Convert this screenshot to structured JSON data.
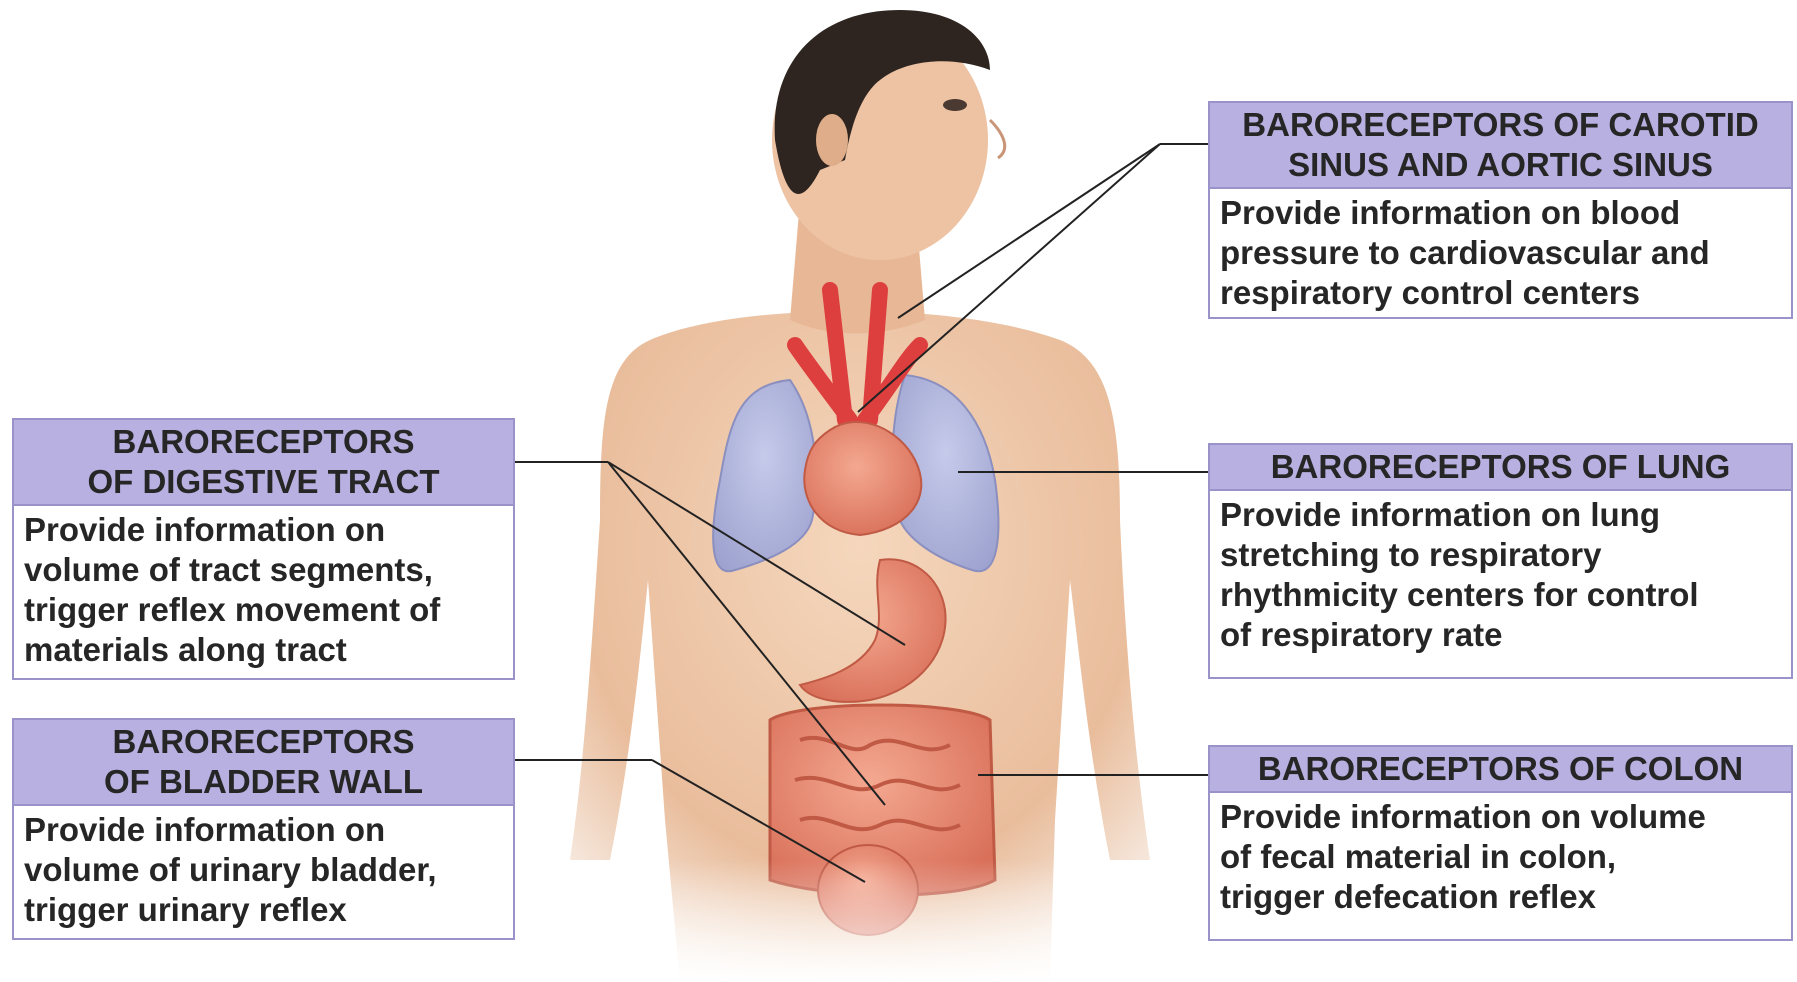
{
  "colors": {
    "label_header_bg": "#b7b0e0",
    "label_border": "#9a93c9",
    "text": "#262626",
    "skin": "#eec7a8",
    "hair": "#2e2520",
    "lung": "#aeb3d8",
    "organ": "#e58a74",
    "artery": "#dd3f3f",
    "leader_line": "#222222"
  },
  "callouts": {
    "carotid": {
      "title": [
        "BARORECEPTORS OF CAROTID",
        "SINUS AND AORTIC SINUS"
      ],
      "body": [
        "Provide information on blood",
        "pressure to cardiovascular and",
        "respiratory control centers"
      ]
    },
    "lung": {
      "title": [
        "BARORECEPTORS OF LUNG"
      ],
      "body": [
        "Provide information on lung",
        "stretching to respiratory",
        "rhythmicity centers for control",
        "of respiratory rate"
      ]
    },
    "colon": {
      "title": [
        "BARORECEPTORS OF COLON"
      ],
      "body": [
        "Provide information on volume",
        "of fecal material in colon,",
        "trigger defecation reflex"
      ]
    },
    "digestive": {
      "title": [
        "BARORECEPTORS",
        "OF DIGESTIVE TRACT"
      ],
      "body": [
        "Provide information on",
        "volume of tract segments,",
        "trigger reflex movement of",
        "materials along tract"
      ]
    },
    "bladder": {
      "title": [
        "BARORECEPTORS",
        "OF BLADDER WALL"
      ],
      "body": [
        "Provide information on",
        "volume of urinary bladder,",
        "trigger urinary reflex"
      ]
    }
  }
}
